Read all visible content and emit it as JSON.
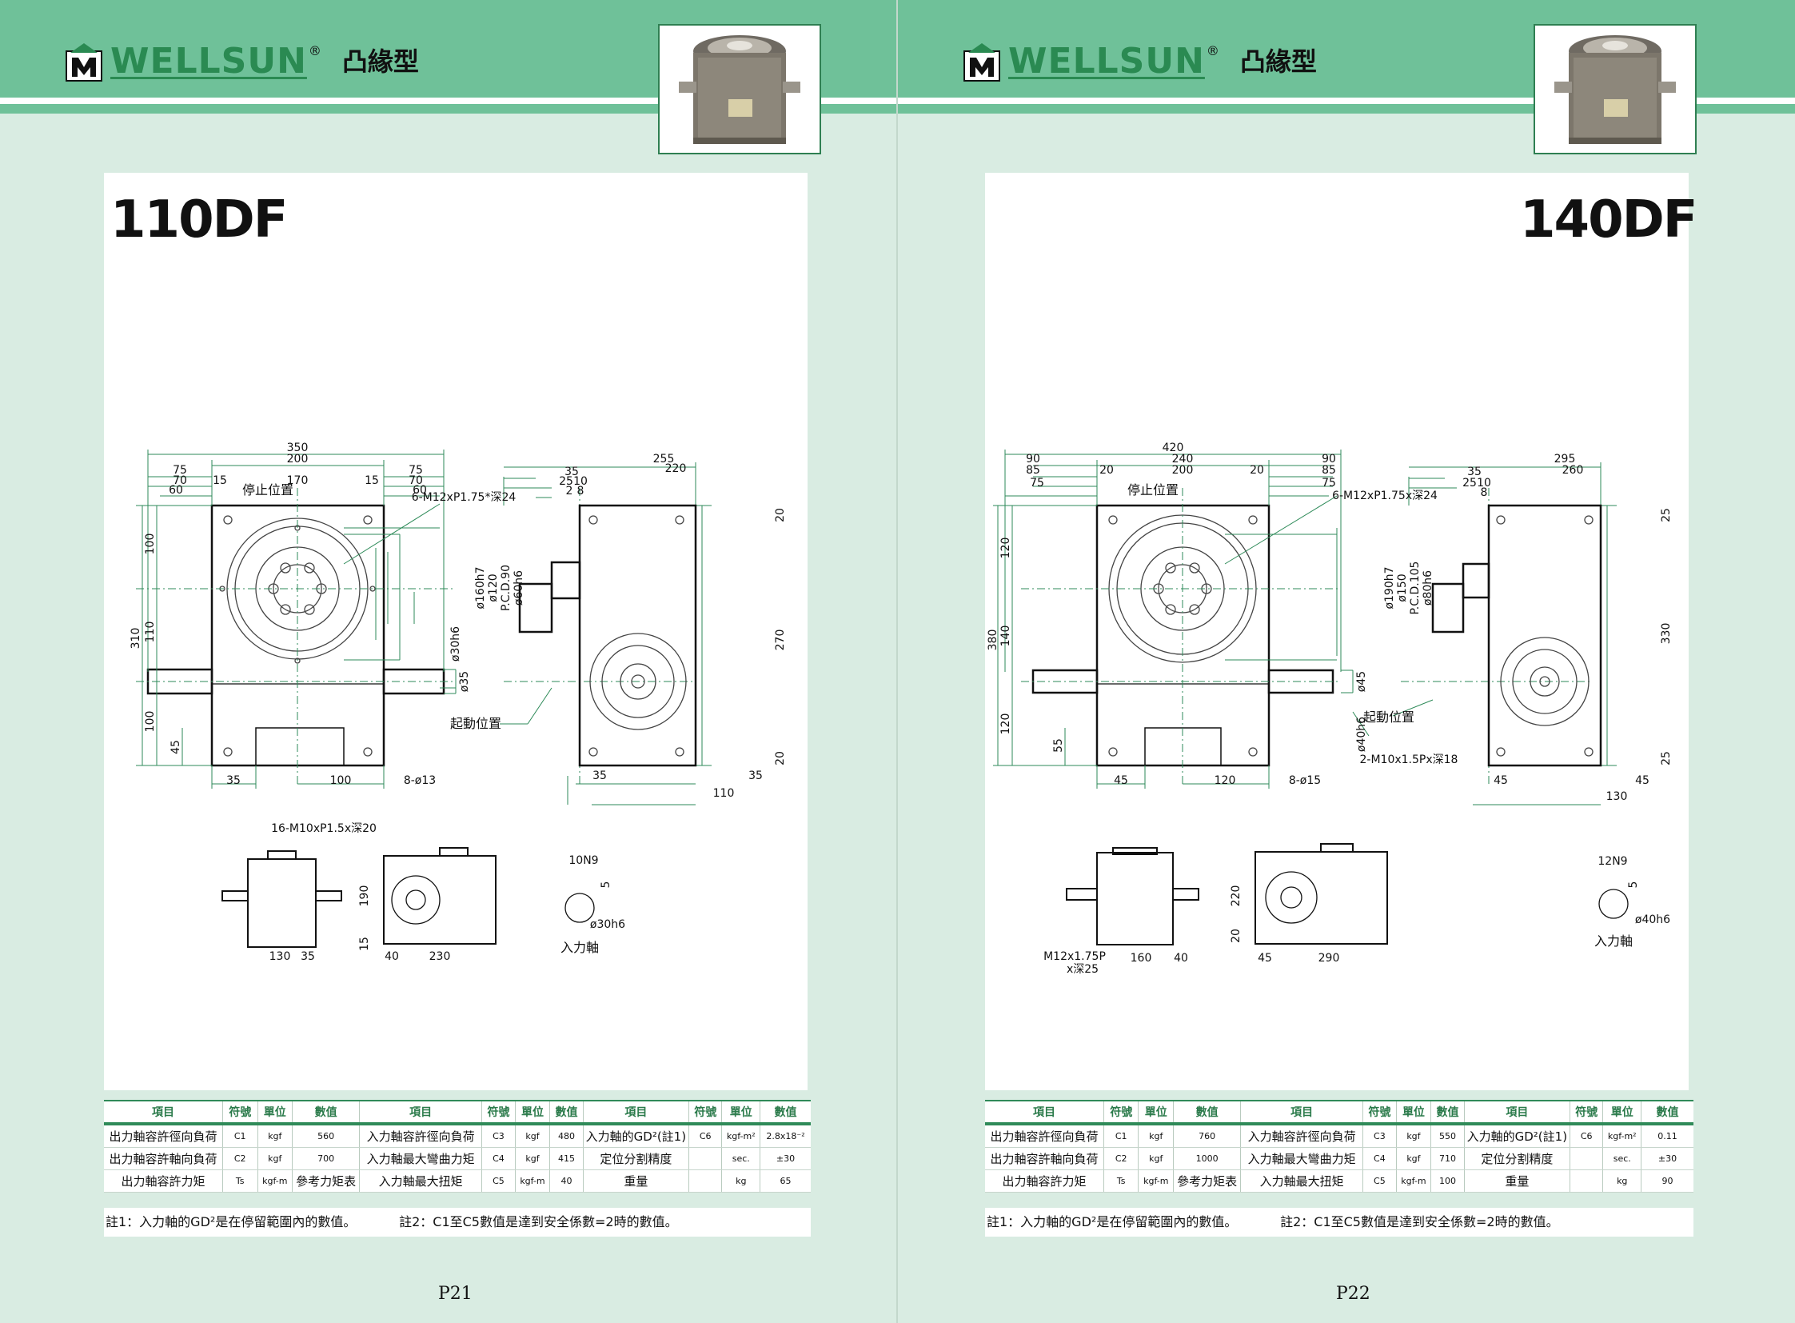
{
  "brand": {
    "name": "WELLSUN",
    "registered": "®",
    "series": "凸緣型"
  },
  "colors": {
    "band": "#6fc199",
    "accent": "#2f8a58",
    "page_bg": "#d9ece2"
  },
  "pages": [
    {
      "model": "110DF",
      "page_number": "P21",
      "dims": {
        "top_350": "350",
        "top_200": "200",
        "top_75a": "75",
        "top_75b": "75",
        "top_70a": "70",
        "top_70b": "70",
        "top_15a": "15",
        "top_15b": "15",
        "top_170": "170",
        "top_60a": "60",
        "top_60b": "60",
        "left_310": "310",
        "left_100a": "100",
        "left_110": "110",
        "left_100b": "100",
        "left_45": "45",
        "bottom_35": "35",
        "bottom_100": "100",
        "holes": "8-ø13",
        "stop": "停止位置",
        "start": "起動位置",
        "tap": "6-M12xP1.75*深24",
        "dia_a": "ø160h7",
        "dia_b": "ø120",
        "pcd": "P.C.D.90",
        "dia_c": "ø60h6",
        "shaft_dia": "ø30h6",
        "shaft_35": "ø35",
        "side_255": "255",
        "side_220": "220",
        "side_35": "35",
        "side_25": "25",
        "side_10": "10",
        "side_2": "2",
        "side_8": "8",
        "side_20a": "20",
        "side_270": "270",
        "side_20b": "20",
        "side_b35a": "35",
        "side_b35b": "35",
        "side_110": "110",
        "small_tap": "16-M10xP1.5x深20",
        "small_130": "130",
        "small_35": "35",
        "small_190": "190",
        "small_15": "15",
        "small_40": "40",
        "small_230": "230",
        "key": "10N9",
        "key_5": "5",
        "key_dia": "ø30h6",
        "input_shaft": "入力軸"
      },
      "table": {
        "headers": [
          "項目",
          "符號",
          "單位",
          "數值",
          "項目",
          "符號",
          "單位",
          "數值",
          "項目",
          "符號",
          "單位",
          "數值"
        ],
        "rows": [
          [
            "出力軸容許徑向負荷",
            "C1",
            "kgf",
            "560",
            "入力軸容許徑向負荷",
            "C3",
            "kgf",
            "480",
            "入力軸的GD²(註1)",
            "C6",
            "kgf-m²",
            "2.8x18⁻²"
          ],
          [
            "出力軸容許軸向負荷",
            "C2",
            "kgf",
            "700",
            "入力軸最大彎曲力矩",
            "C4",
            "kgf",
            "415",
            "定位分割精度",
            "",
            "sec.",
            "±30"
          ],
          [
            "出力軸容許力矩",
            "Ts",
            "kgf-m",
            "參考力矩表",
            "入力軸最大扭矩",
            "C5",
            "kgf-m",
            "40",
            "重量",
            "",
            "kg",
            "65"
          ]
        ]
      },
      "notes": [
        "註1：入力軸的GD²是在停留範圍內的數值。",
        "註2：C1至C5數值是達到安全係數=2時的數值。"
      ]
    },
    {
      "model": "140DF",
      "page_number": "P22",
      "dims": {
        "top_420": "420",
        "top_240": "240",
        "top_90a": "90",
        "top_90b": "90",
        "top_85a": "85",
        "top_85b": "85",
        "top_20a": "20",
        "top_20b": "20",
        "top_200": "200",
        "top_75a": "75",
        "top_75b": "75",
        "left_380": "380",
        "left_120a": "120",
        "left_140": "140",
        "left_120b": "120",
        "left_55": "55",
        "bottom_45": "45",
        "bottom_120": "120",
        "holes": "8-ø15",
        "stop": "停止位置",
        "start": "起動位置",
        "tap": "6-M12xP1.75x深24",
        "dia_a": "ø190h7",
        "dia_b": "ø150",
        "pcd": "P.C.D.105",
        "dia_c": "ø80h6",
        "shaft_45": "ø45",
        "shaft_40": "ø40h6",
        "tap2": "2-M10x1.5Px深18",
        "side_295": "295",
        "side_260": "260",
        "side_35": "35",
        "side_25": "25",
        "side_10": "10",
        "side_8": "8",
        "side_25a": "25",
        "side_330": "330",
        "side_25b": "25",
        "side_b45a": "45",
        "side_b45b": "45",
        "side_130": "130",
        "small_tap_a": "M12x1.75P",
        "small_tap_b": "x深25",
        "small_160": "160",
        "small_40": "40",
        "small_220": "220",
        "small_20": "20",
        "small_45": "45",
        "small_290": "290",
        "key": "12N9",
        "key_5": "5",
        "key_dia": "ø40h6",
        "input_shaft": "入力軸"
      },
      "table": {
        "headers": [
          "項目",
          "符號",
          "單位",
          "數值",
          "項目",
          "符號",
          "單位",
          "數值",
          "項目",
          "符號",
          "單位",
          "數值"
        ],
        "rows": [
          [
            "出力軸容許徑向負荷",
            "C1",
            "kgf",
            "760",
            "入力軸容許徑向負荷",
            "C3",
            "kgf",
            "550",
            "入力軸的GD²(註1)",
            "C6",
            "kgf-m²",
            "0.11"
          ],
          [
            "出力軸容許軸向負荷",
            "C2",
            "kgf",
            "1000",
            "入力軸最大彎曲力矩",
            "C4",
            "kgf",
            "710",
            "定位分割精度",
            "",
            "sec.",
            "±30"
          ],
          [
            "出力軸容許力矩",
            "Ts",
            "kgf-m",
            "參考力矩表",
            "入力軸最大扭矩",
            "C5",
            "kgf-m",
            "100",
            "重量",
            "",
            "kg",
            "90"
          ]
        ]
      },
      "notes": [
        "註1：入力軸的GD²是在停留範圍內的數值。",
        "註2：C1至C5數值是達到安全係數=2時的數值。"
      ]
    }
  ]
}
